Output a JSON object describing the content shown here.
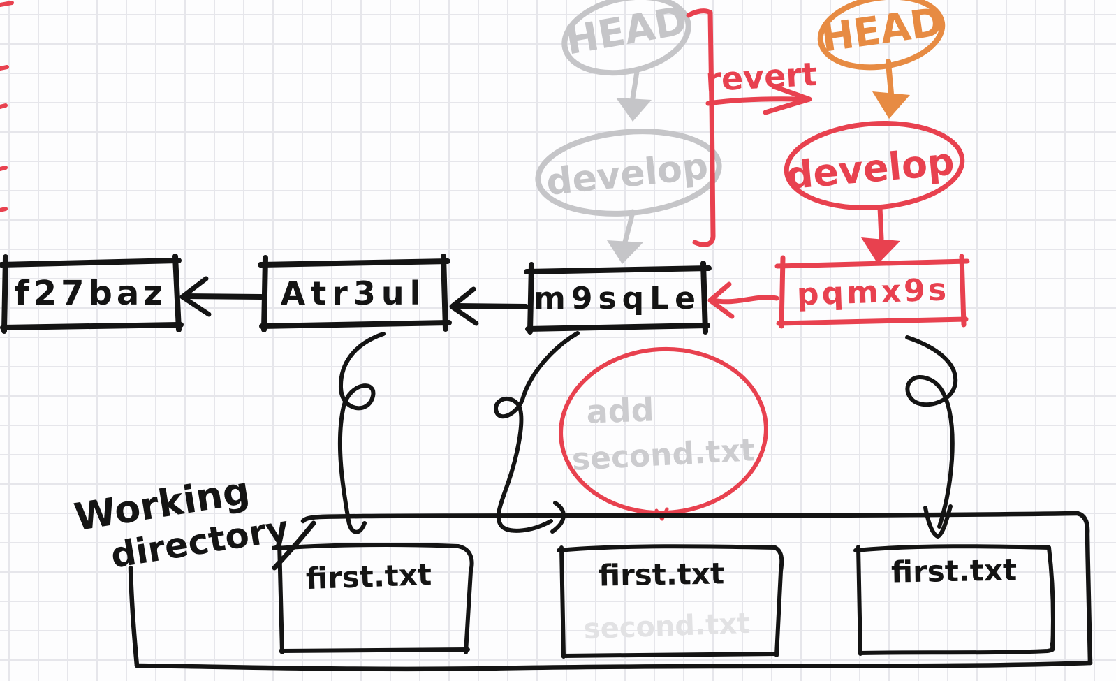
{
  "colors": {
    "ink": "#141414",
    "red": "#e8414f",
    "orange": "#e78b43",
    "ghost": "#c5c5c8",
    "faint": "#cccccf",
    "ghostfile": "#e2e2e4",
    "grid": "#e6e6eb",
    "paper": "#fdfdfe"
  },
  "ghost_branch": {
    "head_label": "HEAD",
    "develop_label": "develop"
  },
  "active_branch": {
    "head_label": "HEAD",
    "develop_label": "develop"
  },
  "revert_label": "revert",
  "commits": [
    {
      "id": "f27baz"
    },
    {
      "id": "Atr3ul"
    },
    {
      "id": "m9sqLe"
    },
    {
      "id": "pqmx9s"
    }
  ],
  "reverted_change_note": {
    "line1": "add",
    "line2": "second.txt"
  },
  "working_directory": {
    "label_line1": "Working",
    "label_line2": "directory",
    "file_boxes": [
      {
        "files": [
          "first.txt"
        ]
      },
      {
        "files": [
          "first.txt"
        ],
        "ghost_file": "second.txt"
      },
      {
        "files": [
          "first.txt"
        ]
      }
    ]
  }
}
